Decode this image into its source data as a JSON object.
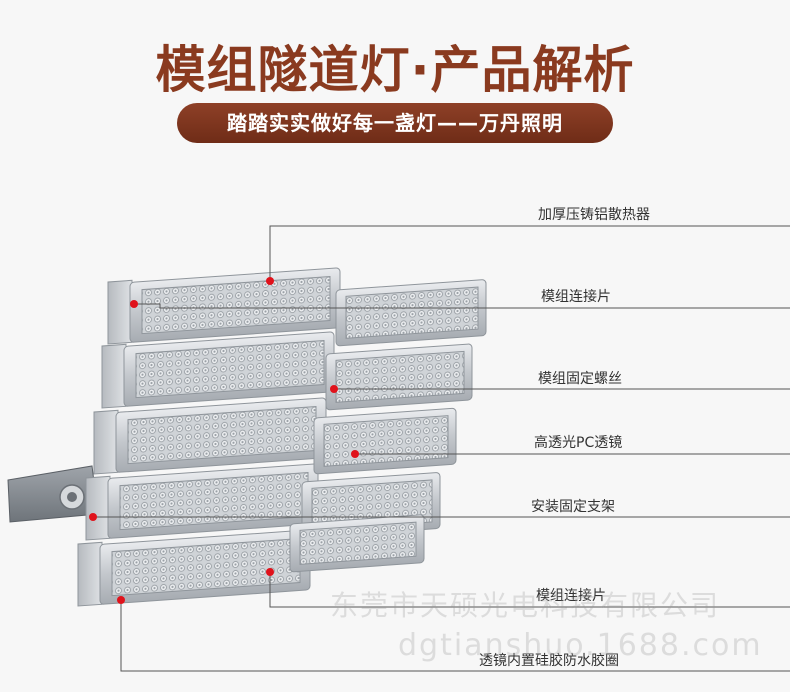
{
  "header": {
    "title": "模组隧道灯·产品解析",
    "subtitle": "踏踏实实做好每一盏灯——万丹照明"
  },
  "callouts": [
    "加厚压铸铝散热器",
    "模组连接片",
    "模组固定螺丝",
    "高透光PC透镜",
    "安装固定支架",
    "模组连接片",
    "透镜内置硅胶防水胶圈"
  ],
  "watermark": {
    "company": "东莞市天硕光电科技有限公司",
    "site": "dgtianshuo.1688.com"
  },
  "colors": {
    "title": "#8a3a1f",
    "bar": "#7a341d",
    "marker": "#e0121b",
    "leader": "#555555",
    "housing": "#c9ccd0"
  }
}
